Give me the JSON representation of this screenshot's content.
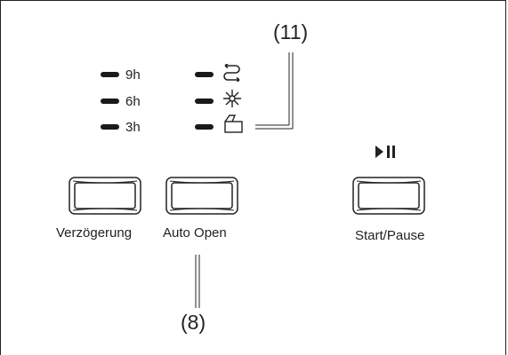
{
  "callouts": {
    "top": "(11)",
    "bottom": "(8)"
  },
  "timer_leds": [
    {
      "label": "9h"
    },
    {
      "label": "6h"
    },
    {
      "label": "3h"
    }
  ],
  "option_leds": [
    {
      "icon": "rinse-cycle-icon"
    },
    {
      "icon": "sparkle-icon"
    },
    {
      "icon": "door-open-icon"
    }
  ],
  "buttons": {
    "delay": {
      "label": "Verzögerung"
    },
    "auto_open": {
      "label": "Auto Open"
    },
    "start_pause": {
      "label": "Start/Pause",
      "symbol": "▶II"
    }
  }
}
